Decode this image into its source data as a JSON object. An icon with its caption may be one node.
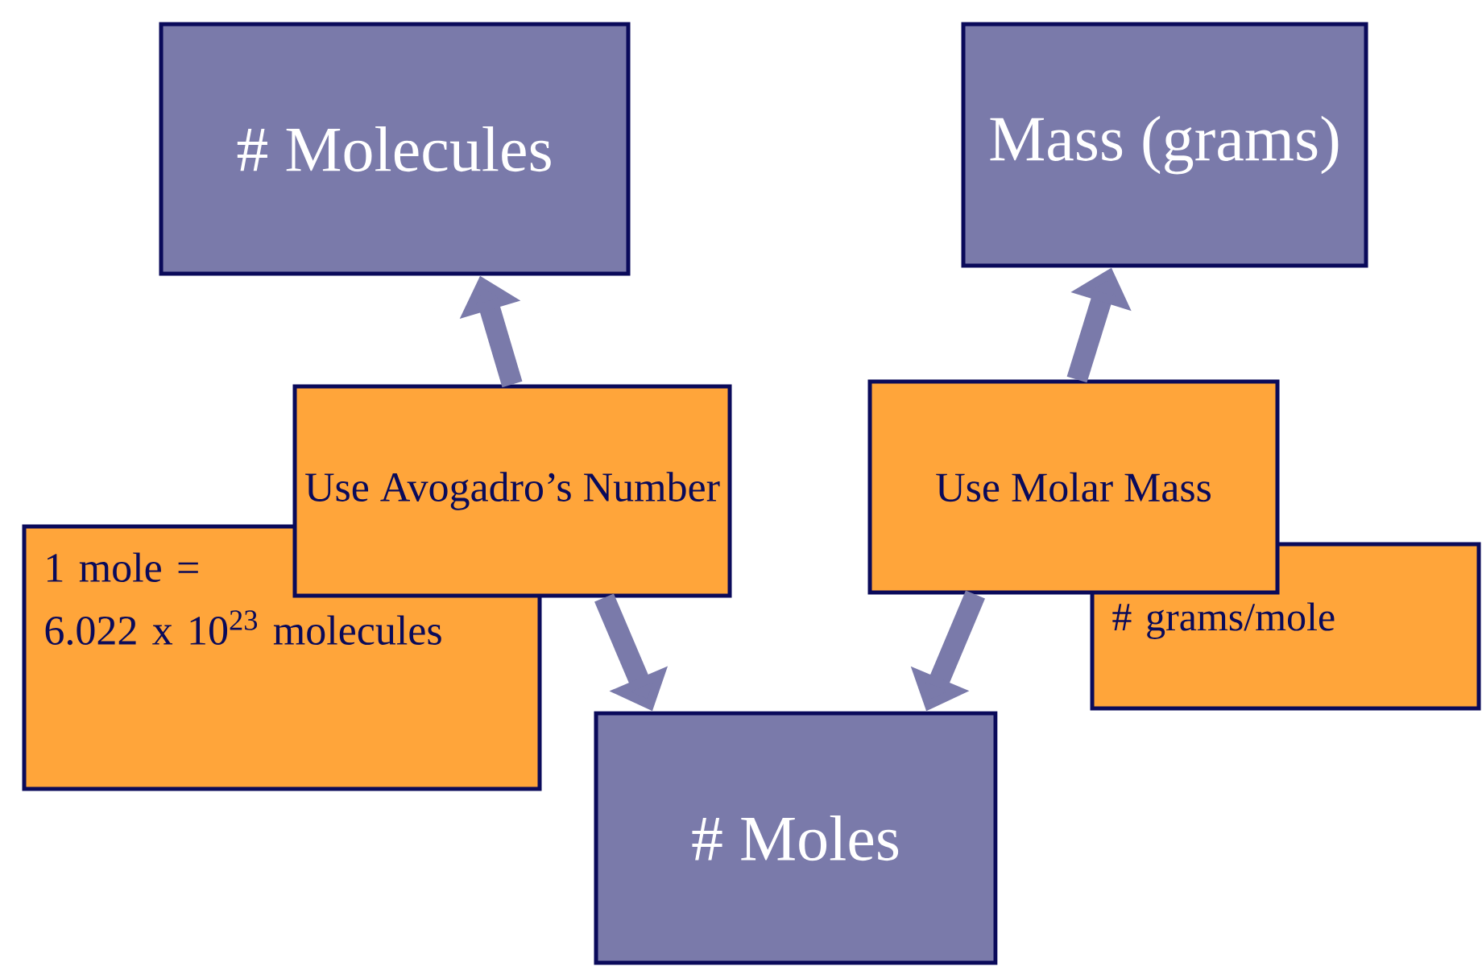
{
  "diagram": {
    "nodes": [
      {
        "text": [
          "# Molecules"
        ]
      },
      {
        "text": [
          "Mass (grams)"
        ]
      },
      {
        "text": [
          "Use Avogadro’s Number"
        ]
      },
      {
        "text": [
          "Use Molar Mass"
        ]
      },
      {
        "text": [
          "1 mole =",
          "6.022 x 10$^{23}$ molecules"
        ]
      },
      {
        "text": [
          "# grams/mole"
        ]
      },
      {
        "text": [
          "# Moles"
        ]
      }
    ],
    "edges": [
      {
        "from": 2,
        "to": 0,
        "arrow": "to"
      },
      {
        "from": 2,
        "to": 6,
        "arrow": "to"
      },
      {
        "from": 3,
        "to": 1,
        "arrow": "to"
      },
      {
        "from": 3,
        "to": 6,
        "arrow": "to"
      }
    ]
  }
}
